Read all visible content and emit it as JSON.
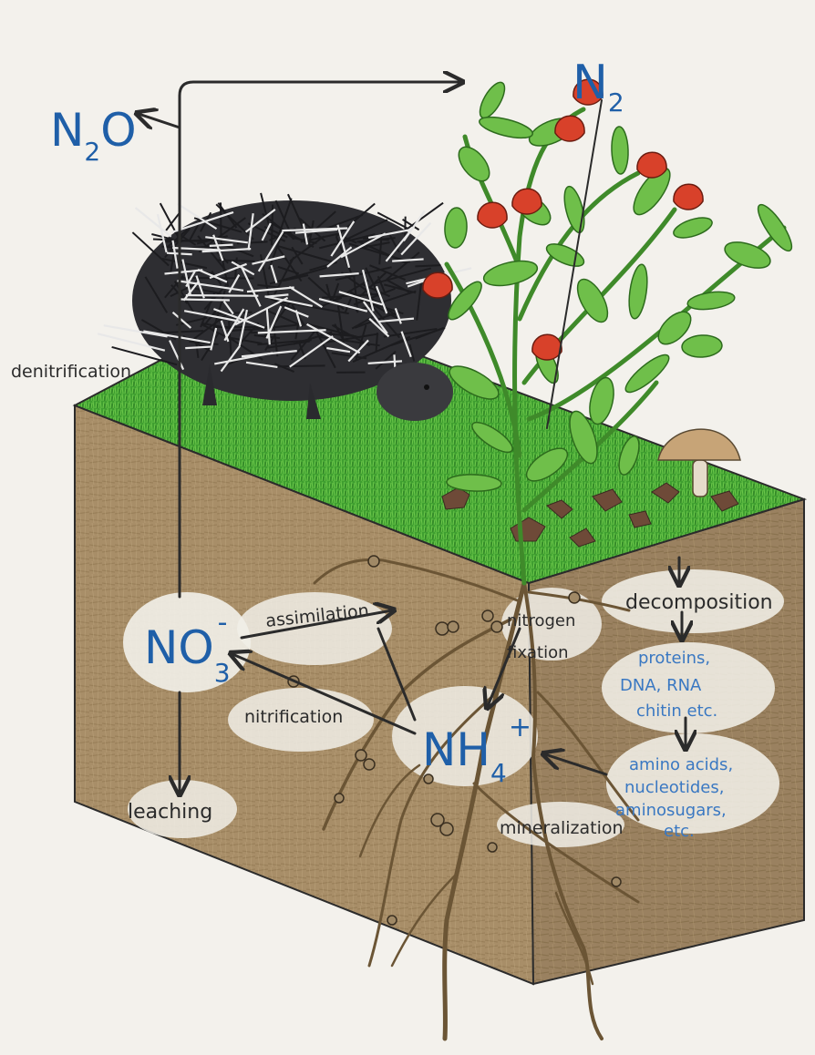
{
  "chemicals": {
    "n2o": {
      "base": "N",
      "sub": "2",
      "tail": "O"
    },
    "n2": {
      "base": "N",
      "sub": "2"
    },
    "no3": {
      "base": "NO",
      "sub": "3",
      "sup": "-"
    },
    "nh4": {
      "base": "NH",
      "sub": "4",
      "sup": "+"
    }
  },
  "processes": {
    "denitrification": "denitrification",
    "assimilation": "assimilation",
    "nitrification": "nitrification",
    "leaching": "leaching",
    "nitrogen_fixation_1": "nitrogen",
    "nitrogen_fixation_2": "fixation",
    "decomposition": "decomposition",
    "mineralization": "mineralization"
  },
  "organic_matter": {
    "lines": [
      "proteins,",
      "DNA, RNA",
      "chitin etc."
    ]
  },
  "breakdown_products": {
    "lines": [
      "amino acids,",
      "nucleotides,",
      "aminosugars,",
      "etc."
    ]
  },
  "colors": {
    "background": "#f3f1ec",
    "soil": "#a88e68",
    "soil_dark": "#7a6446",
    "grass": "#3a9e2f",
    "chemical_blue": "#1f5fa8",
    "arrow": "#2b2b2b",
    "flower": "#d8412a"
  }
}
